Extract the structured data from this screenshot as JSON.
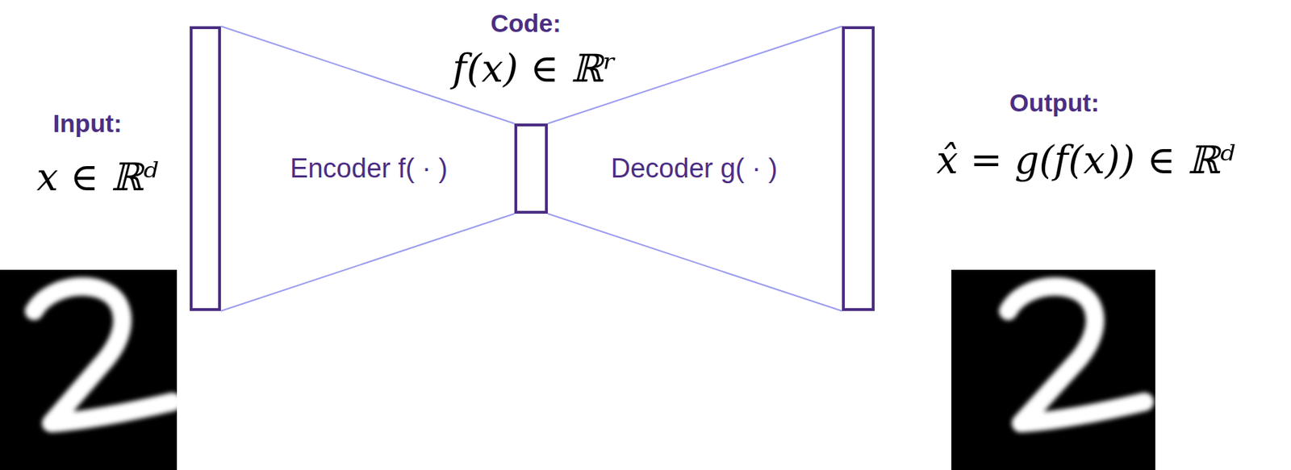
{
  "diagram": {
    "nodes": [
      {
        "text": [
          "Input:",
          "x ∈ ℝᵈ"
        ]
      },
      {
        "text": [
          "Encoder f( · )"
        ]
      },
      {
        "text": [
          "Code:",
          "f(x) ∈ ℝʳ"
        ]
      },
      {
        "text": [
          "Decoder g( · )"
        ]
      },
      {
        "text": [
          "Output:",
          "x̂ = g(f(x)) ∈ ℝᵈ"
        ]
      }
    ]
  }
}
